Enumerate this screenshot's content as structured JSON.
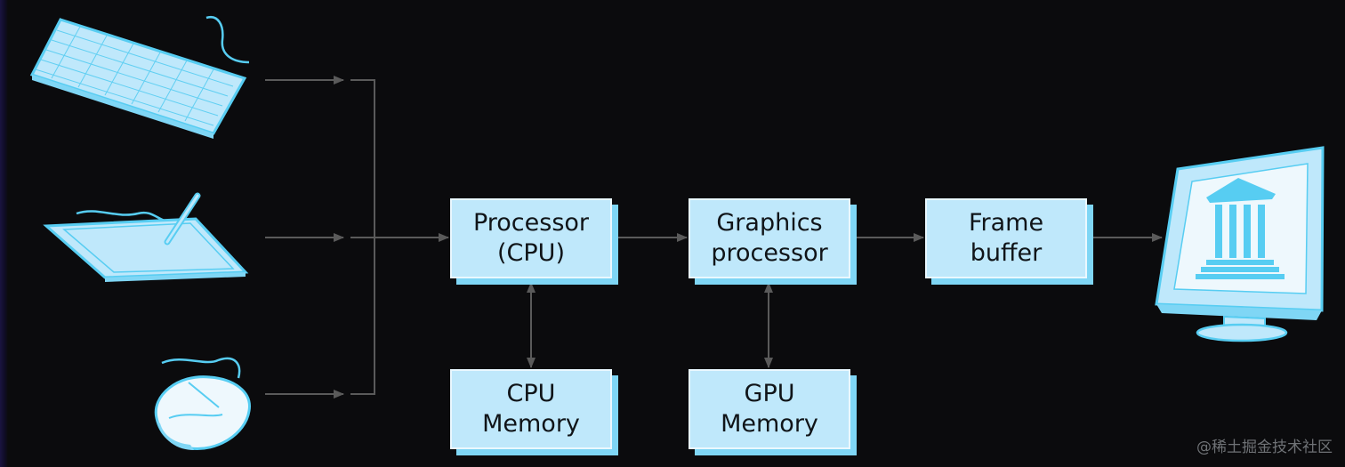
{
  "diagram": {
    "boxes": {
      "cpu": {
        "line1": "Processor",
        "line2": "(CPU)"
      },
      "gpu": {
        "line1": "Graphics",
        "line2": "processor"
      },
      "frame_buffer": {
        "line1": "Frame",
        "line2": "buffer"
      },
      "cpu_memory": {
        "line1": "CPU",
        "line2": "Memory"
      },
      "gpu_memory": {
        "line1": "GPU",
        "line2": "Memory"
      }
    },
    "input_devices": [
      "keyboard",
      "graphics-tablet",
      "mouse"
    ],
    "output_device": "monitor",
    "colors": {
      "box_fill": "#bfe8fb",
      "box_shadow": "#7fd6f5",
      "device_fill": "#bfe8fb",
      "device_outline": "#57cdf2",
      "connector": "#5a5a5a",
      "background": "#0b0b0d"
    }
  },
  "watermark": "@稀土掘金技术社区"
}
